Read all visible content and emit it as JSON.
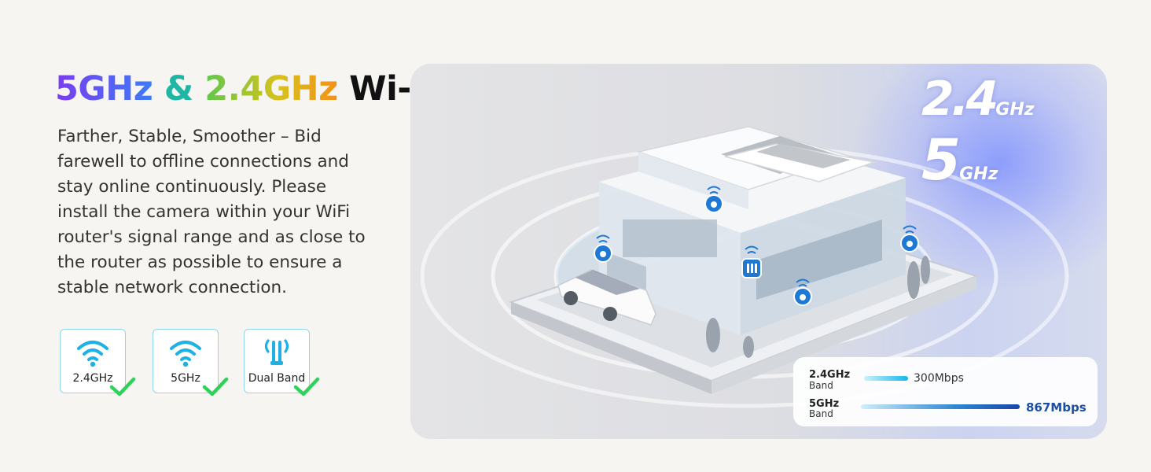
{
  "headline": {
    "part_5ghz": "5GHz",
    "part_amp": "&",
    "part_24ghz": "2.4GHz",
    "part_wifi": "Wi-Fi"
  },
  "description": "Farther, Stable, Smoother – Bid farewell to offline connections and stay online continuously. Please install the camera within your WiFi router's signal range and as close to the router as possible to ensure a stable network connection.",
  "badges": [
    {
      "label": "2.4GHz",
      "icon": "wifi-icon"
    },
    {
      "label": "5GHz",
      "icon": "wifi-icon"
    },
    {
      "label": "Dual Band",
      "icon": "antenna-icon"
    }
  ],
  "panel": {
    "band_24": {
      "main": "2.4",
      "unit": "GHz"
    },
    "band_5": {
      "main": "5",
      "unit": "GHz"
    }
  },
  "speed": {
    "rows": [
      {
        "band": "2.4GHz",
        "sub": "Band",
        "value": "300Mbps"
      },
      {
        "band": "5GHz",
        "sub": "Band",
        "value": "867Mbps"
      }
    ]
  },
  "colors": {
    "badge_border": "#8fd6ea",
    "icon_blue": "#1fb0e6",
    "check_green": "#2ed15a",
    "value_blue": "#1b4ea6"
  }
}
